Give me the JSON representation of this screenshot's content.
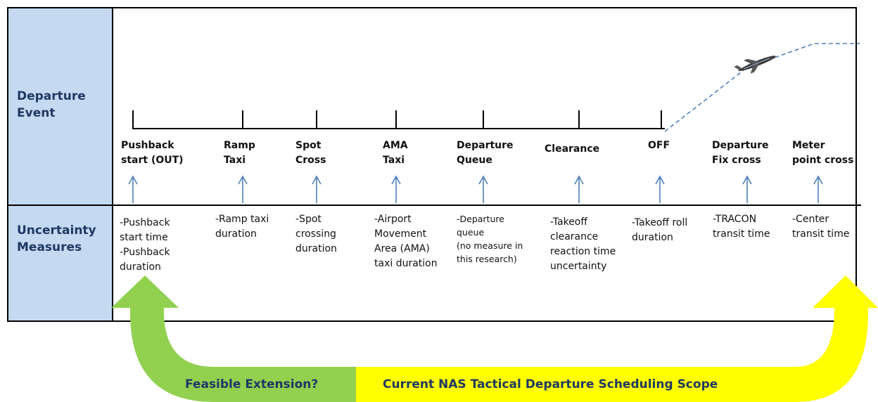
{
  "rows": {
    "departure_event": [
      "Departure",
      "Event"
    ],
    "uncertainty_measures": [
      "Uncertainty",
      "Measures"
    ]
  },
  "events": [
    {
      "label": "Pushback\nstart (OUT)",
      "uncertainty": "-Pushback\nstart time\n-Pushback\nduration"
    },
    {
      "label": "Ramp\nTaxi",
      "uncertainty": "-Ramp taxi\nduration"
    },
    {
      "label": "Spot\nCross",
      "uncertainty": "-Spot\ncrossing\nduration"
    },
    {
      "label": "AMA\nTaxi",
      "uncertainty": "-Airport\nMovement\nArea (AMA)\ntaxi duration"
    },
    {
      "label": "Departure\nQueue",
      "uncertainty": "-Departure\n  queue\n(no measure in\nthis research)"
    },
    {
      "label": "Clearance",
      "uncertainty": "-Takeoff\nclearance\nreaction time\nuncertainty"
    },
    {
      "label": "OFF",
      "uncertainty": "-Takeoff roll\nduration"
    },
    {
      "label": "Departure\nFix cross",
      "uncertainty": "-TRACON\ntransit time"
    },
    {
      "label": "Meter\npoint cross",
      "uncertainty": "-Center\ntransit time"
    }
  ],
  "scope": {
    "feasible_label": "Feasible Extension?",
    "current_label": "Current NAS Tactical Departure Scheduling Scope"
  },
  "colors": {
    "row_header_fill": "#c5d9f1",
    "header_text": "#1f3864",
    "timeline_blue": "#4f81bd",
    "feasible_green": "#92d050",
    "scope_yellow": "#ffff00"
  },
  "icons": {
    "aircraft": "jet-airplane-icon"
  }
}
